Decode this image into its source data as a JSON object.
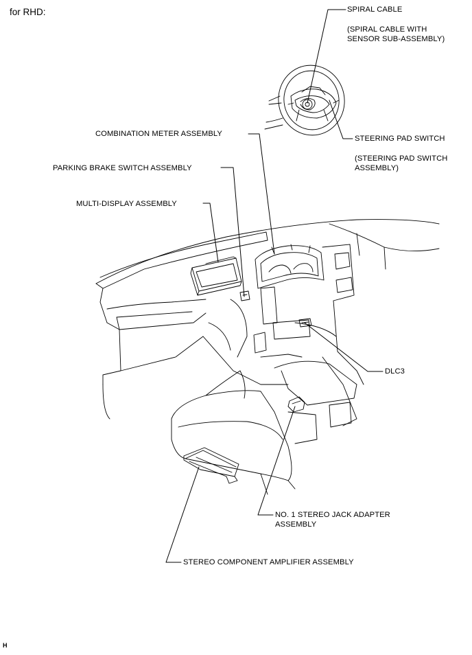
{
  "header": {
    "title": "for RHD:"
  },
  "labels": {
    "spiral_cable": "SPIRAL CABLE",
    "spiral_cable_sub_1": "(SPIRAL CABLE WITH",
    "spiral_cable_sub_2": "SENSOR SUB-ASSEMBLY)",
    "steering_pad_switch": "STEERING PAD SWITCH",
    "steering_pad_switch_sub_1": "(STEERING PAD SWITCH",
    "steering_pad_switch_sub_2": "ASSEMBLY)",
    "combination_meter": "COMBINATION METER ASSEMBLY",
    "parking_brake_switch": "PARKING BRAKE SWITCH ASSEMBLY",
    "multi_display": "MULTI-DISPLAY ASSEMBLY",
    "dlc3": "DLC3",
    "stereo_jack_1": "NO. 1 STEREO JACK ADAPTER",
    "stereo_jack_2": "ASSEMBLY",
    "stereo_amplifier": "STEREO COMPONENT AMPLIFIER ASSEMBLY"
  },
  "footer": {
    "code": "H"
  },
  "colors": {
    "line": "#000000",
    "background": "#ffffff"
  }
}
